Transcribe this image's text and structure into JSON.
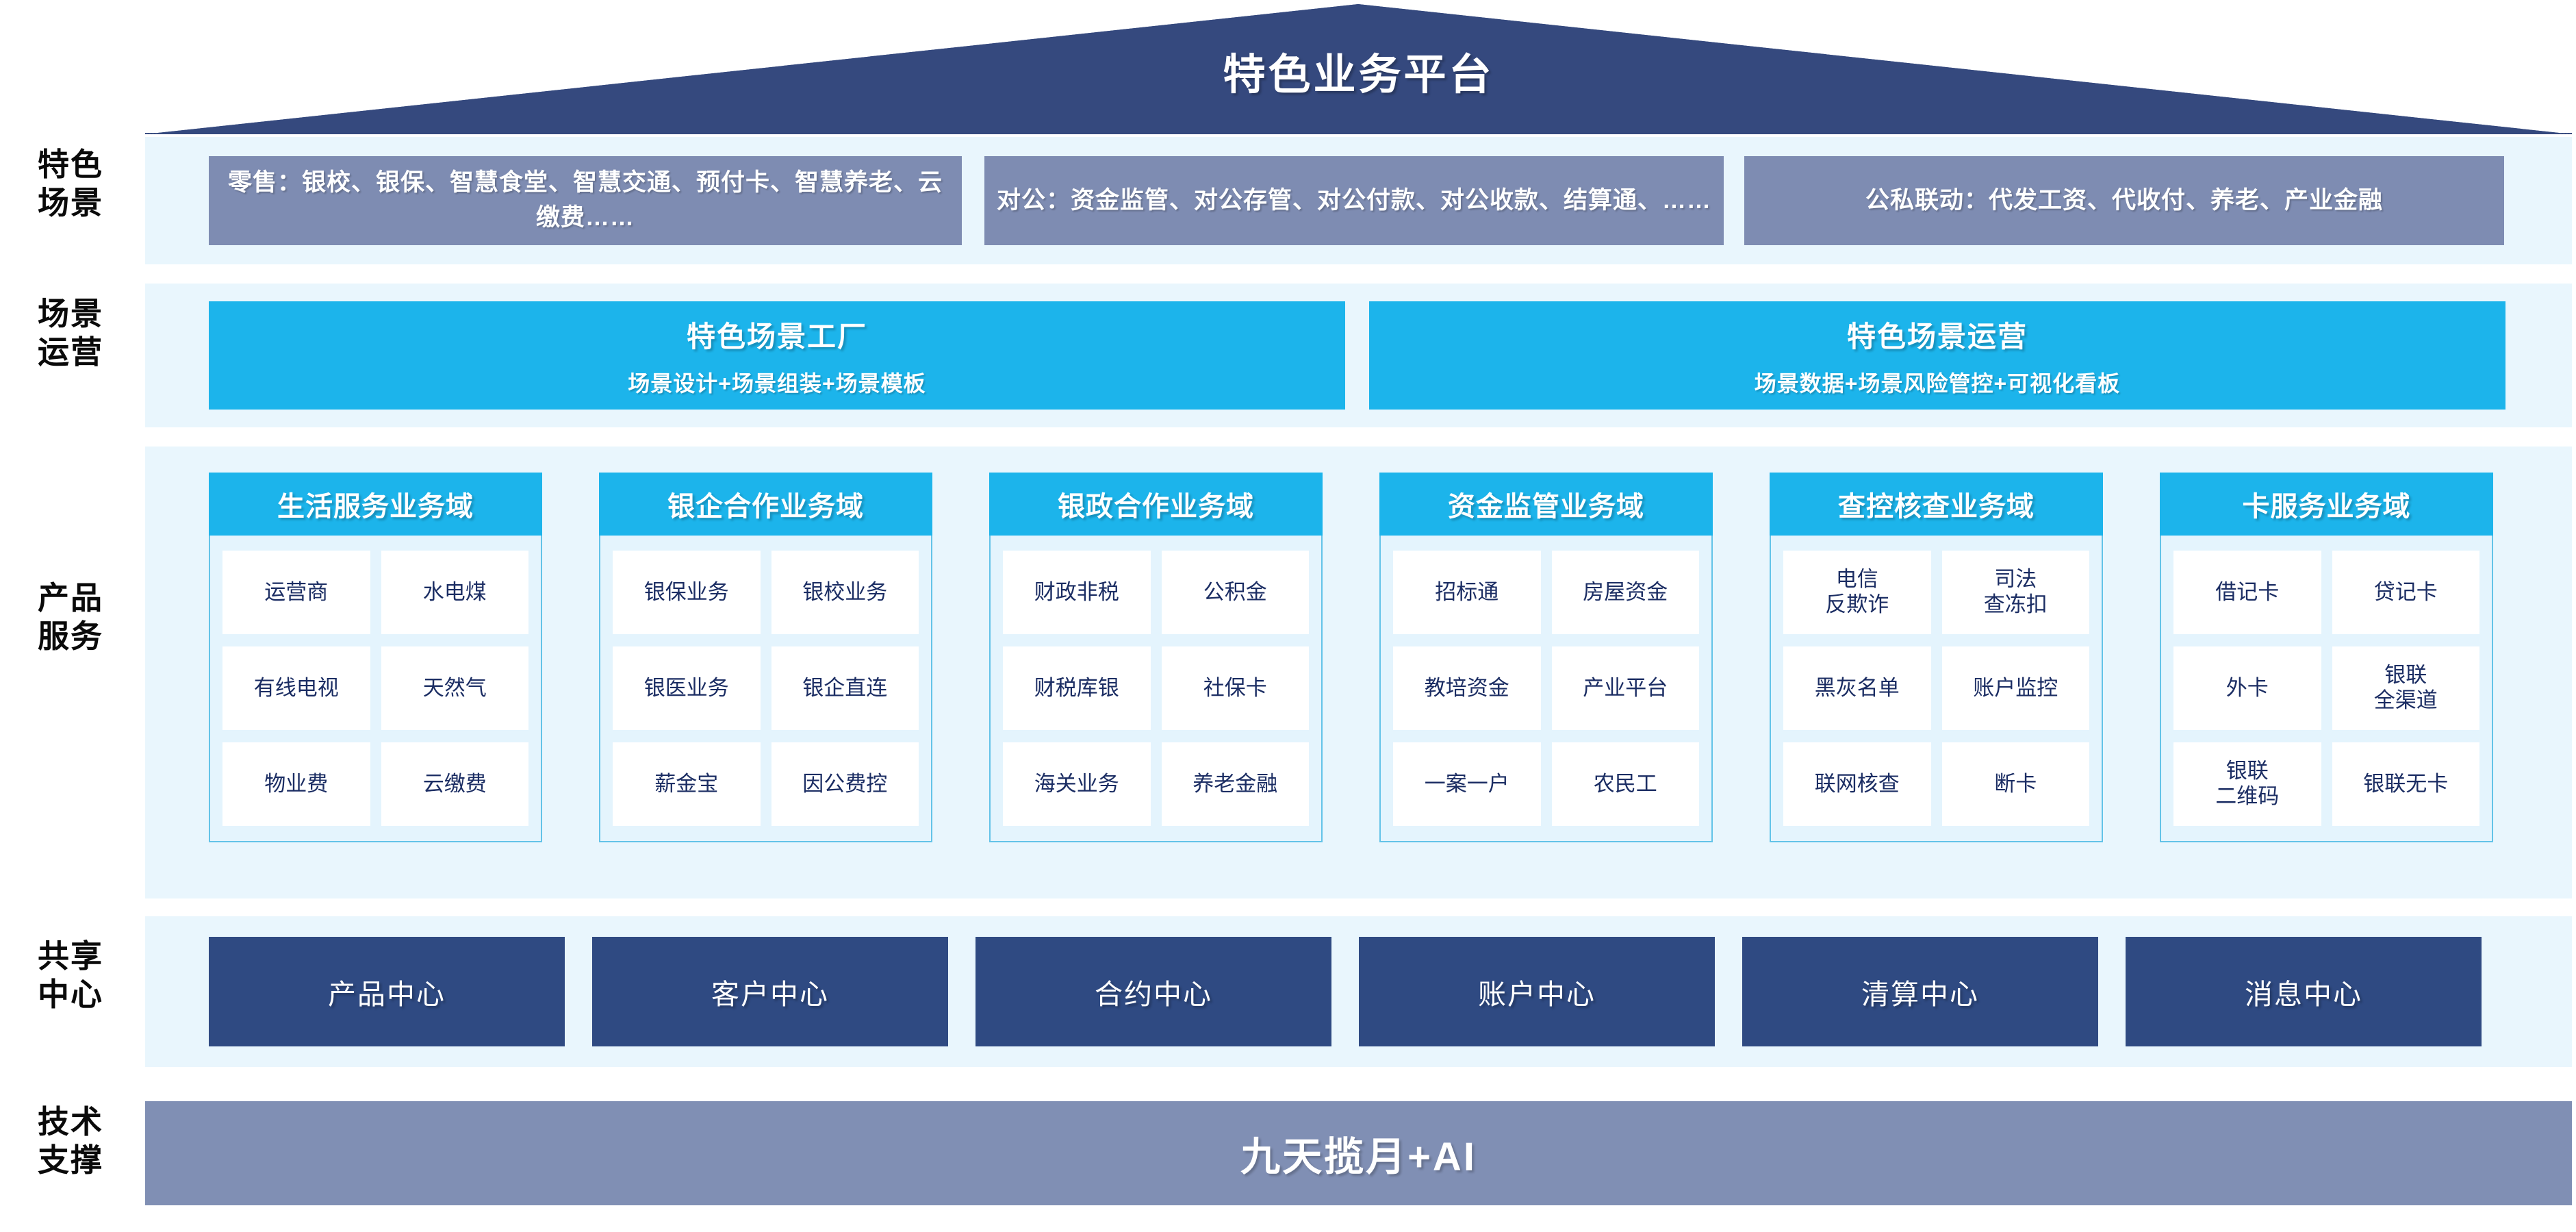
{
  "header": {
    "title": "特色业务平台"
  },
  "row_labels": [
    {
      "key": "scene",
      "text": "特色\n场景"
    },
    {
      "key": "operation",
      "text": "场景\n运营"
    },
    {
      "key": "product",
      "text": "产品\n服务"
    },
    {
      "key": "shared",
      "text": "共享\n中心"
    },
    {
      "key": "tech",
      "text": "技术\n支撑"
    }
  ],
  "scenarios": [
    {
      "text": "零售：银校、银保、智慧食堂、智慧交通、预付卡、智慧养老、云缴费……"
    },
    {
      "text": "对公：资金监管、对公存管、对公付款、对公收款、结算通、……"
    },
    {
      "text": "公私联动：代发工资、代收付、养老、产业金融"
    }
  ],
  "operations": [
    {
      "title": "特色场景工厂",
      "subtitle": "场景设计+场景组装+场景模板"
    },
    {
      "title": "特色场景运营",
      "subtitle": "场景数据+场景风险管控+可视化看板"
    }
  ],
  "product_domains": [
    {
      "title": "生活服务业务域",
      "items": [
        "运营商",
        "水电煤",
        "有线电视",
        "天然气",
        "物业费",
        "云缴费"
      ]
    },
    {
      "title": "银企合作业务域",
      "items": [
        "银保业务",
        "银校业务",
        "银医业务",
        "银企直连",
        "薪金宝",
        "因公费控"
      ]
    },
    {
      "title": "银政合作业务域",
      "items": [
        "财政非税",
        "公积金",
        "财税库银",
        "社保卡",
        "海关业务",
        "养老金融"
      ]
    },
    {
      "title": "资金监管业务域",
      "items": [
        "招标通",
        "房屋资金",
        "教培资金",
        "产业平台",
        "一案一户",
        "农民工"
      ]
    },
    {
      "title": "查控核查业务域",
      "items": [
        "电信\n反欺诈",
        "司法\n查冻扣",
        "黑灰名单",
        "账户监控",
        "联网核查",
        "断卡"
      ]
    },
    {
      "title": "卡服务业务域",
      "items": [
        "借记卡",
        "贷记卡",
        "外卡",
        "银联\n全渠道",
        "银联\n二维码",
        "银联无卡"
      ]
    }
  ],
  "shared_centers": [
    {
      "label": "产品中心"
    },
    {
      "label": "客户中心"
    },
    {
      "label": "合约中心"
    },
    {
      "label": "账户中心"
    },
    {
      "label": "清算中心"
    },
    {
      "label": "消息中心"
    }
  ],
  "tech_support": {
    "label": "九天揽月+AI"
  },
  "colors": {
    "roof_navy": "#35497e",
    "band_bg": "#e9f6fd",
    "scenario_box": "#7e8cb2",
    "cyan": "#1cb4eb",
    "shared_navy": "#2f4a82",
    "tech_bar": "#808fb4",
    "cell_text": "#1b2d63"
  }
}
